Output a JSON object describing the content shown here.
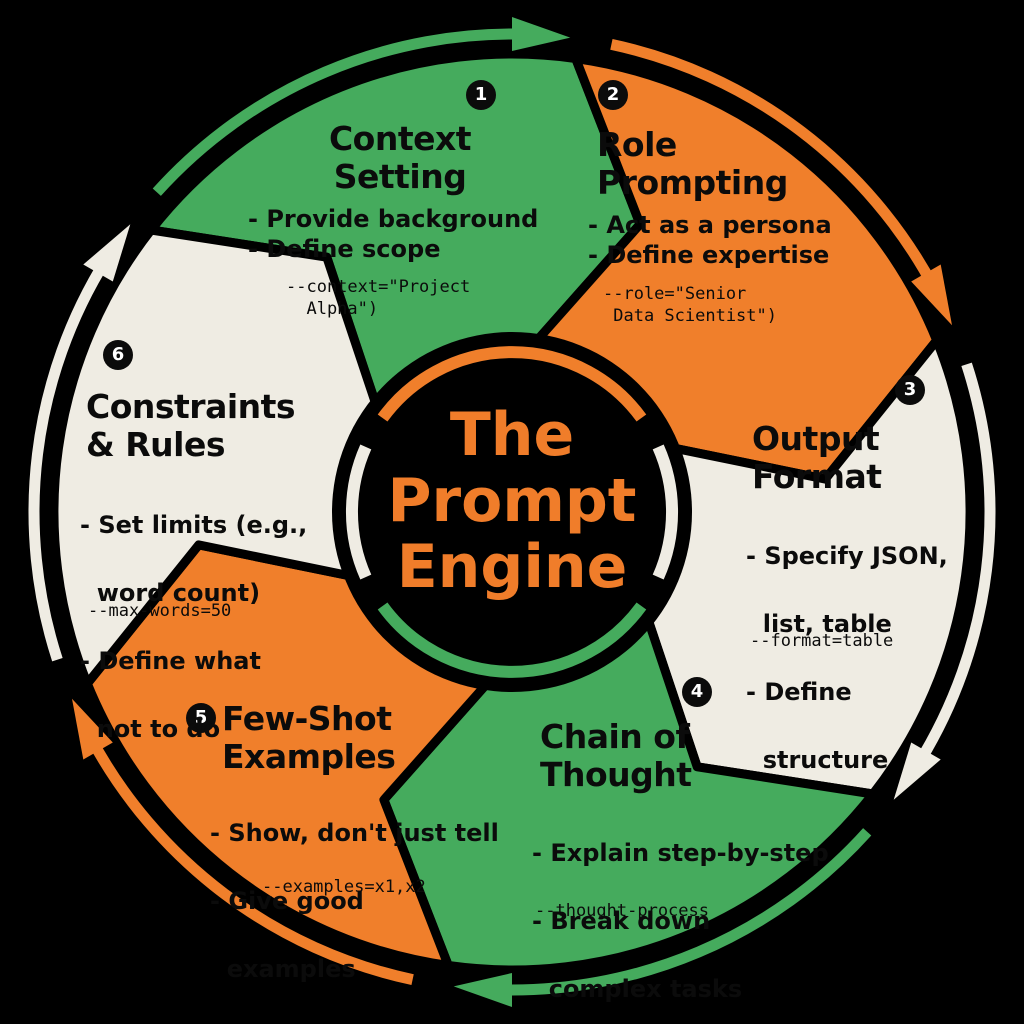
{
  "colors": {
    "green": "#45ab5d",
    "orange": "#f07f2b",
    "cream": "#efece3",
    "background": "#000000",
    "ink": "#0b0b0b"
  },
  "center": {
    "title_lines": [
      "The",
      "Prompt",
      "Engine"
    ]
  },
  "segments": [
    {
      "number": "1",
      "title_lines": [
        "Context",
        "Setting"
      ],
      "bullets": [
        "- Provide background",
        "- Define scope"
      ],
      "code": "--context=\"Project\n  Alpha\")"
    },
    {
      "number": "2",
      "title_lines": [
        "Role",
        "Prompting"
      ],
      "bullets": [
        "- Act as a persona",
        "- Define expertise"
      ],
      "code": "--role=\"Senior\n Data Scientist\")"
    },
    {
      "number": "3",
      "title_lines": [
        "Output",
        "Format"
      ],
      "bullets": [
        "- Specify JSON,",
        "  list, table",
        "- Define",
        "  structure"
      ],
      "code": "--format=table"
    },
    {
      "number": "4",
      "title_lines": [
        "Chain of",
        "Thought"
      ],
      "bullets": [
        "- Explain step-by-step",
        "- Break down",
        "  complex tasks"
      ],
      "code": "--thought-process"
    },
    {
      "number": "5",
      "title_lines": [
        "Few-Shot",
        "Examples"
      ],
      "bullets": [
        "- Show, don't just tell",
        "- Give good",
        "  examples"
      ],
      "code": "--examples=x1,x2"
    },
    {
      "number": "6",
      "title_lines": [
        "Constraints",
        "& Rules"
      ],
      "bullets": [
        "- Set limits (e.g.,",
        "  word count)",
        "- Define what",
        "  not to do"
      ],
      "code": "--max-words=50"
    }
  ]
}
